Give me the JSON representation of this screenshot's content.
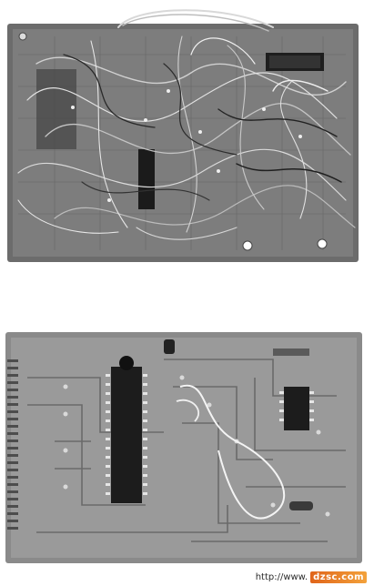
{
  "photos": [
    {
      "subject": "Wire-wrapped prototype circuit board with dense tangle of point-to-point wiring"
    },
    {
      "subject": "Printed circuit board with large DIP chip, smaller DIP chip and edge connector"
    }
  ],
  "watermark": {
    "url_text": "http://www.",
    "logo_text": "dzsc.com"
  }
}
